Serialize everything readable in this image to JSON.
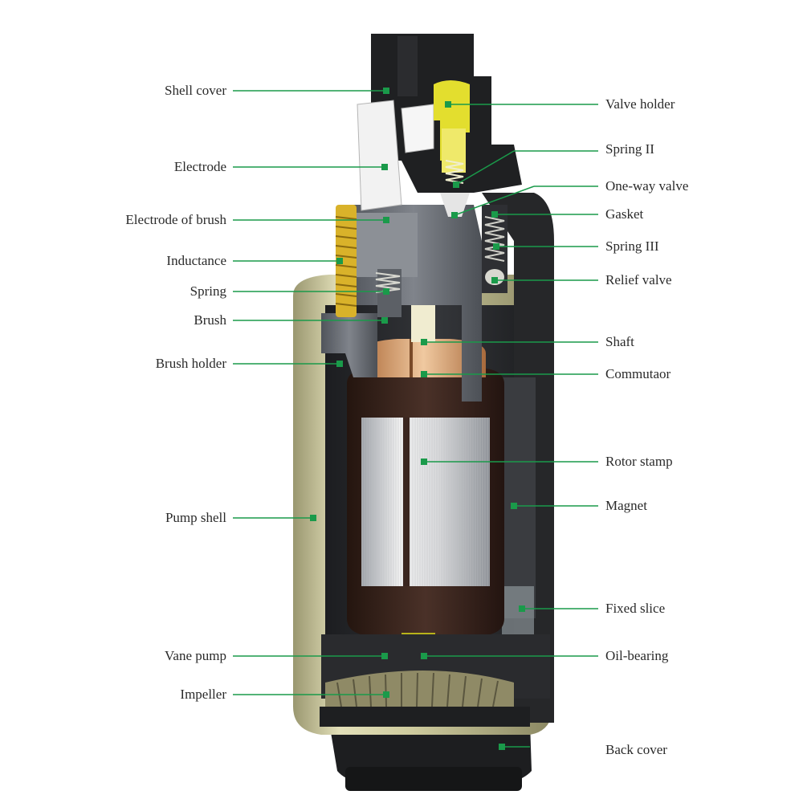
{
  "colors": {
    "leader": "#1a9a4a",
    "shell": "#d9d6ad",
    "body_dark": "#2b2d30",
    "plastic_gray": "#6c7078",
    "copper": "#c98a55",
    "rotor_brown": "#3a2620",
    "brass": "#d9b22a",
    "yellow_part": "#e3de2e"
  },
  "labels_left": [
    {
      "id": "shell-cover",
      "text": "Shell cover"
    },
    {
      "id": "electrode",
      "text": "Electrode"
    },
    {
      "id": "electrode-of-brush",
      "text": "Electrode of brush"
    },
    {
      "id": "inductance",
      "text": "Inductance"
    },
    {
      "id": "spring",
      "text": "Spring"
    },
    {
      "id": "brush",
      "text": "Brush"
    },
    {
      "id": "brush-holder",
      "text": "Brush holder"
    },
    {
      "id": "pump-shell",
      "text": "Pump shell"
    },
    {
      "id": "vane-pump",
      "text": "Vane pump"
    },
    {
      "id": "impeller",
      "text": "Impeller"
    }
  ],
  "labels_right": [
    {
      "id": "valve-holder",
      "text": "Valve holder"
    },
    {
      "id": "spring-ii",
      "text": "Spring II"
    },
    {
      "id": "one-way-valve",
      "text": "One-way valve"
    },
    {
      "id": "gasket",
      "text": "Gasket"
    },
    {
      "id": "spring-iii",
      "text": "Spring III"
    },
    {
      "id": "relief-valve",
      "text": "Relief valve"
    },
    {
      "id": "shaft",
      "text": "Shaft"
    },
    {
      "id": "commutaor",
      "text": "Commutaor"
    },
    {
      "id": "rotor-stamp",
      "text": "Rotor stamp"
    },
    {
      "id": "magnet",
      "text": "Magnet"
    },
    {
      "id": "fixed-slice",
      "text": "Fixed slice"
    },
    {
      "id": "oil-bearing",
      "text": "Oil-bearing"
    },
    {
      "id": "back-cover",
      "text": "Back cover"
    }
  ]
}
